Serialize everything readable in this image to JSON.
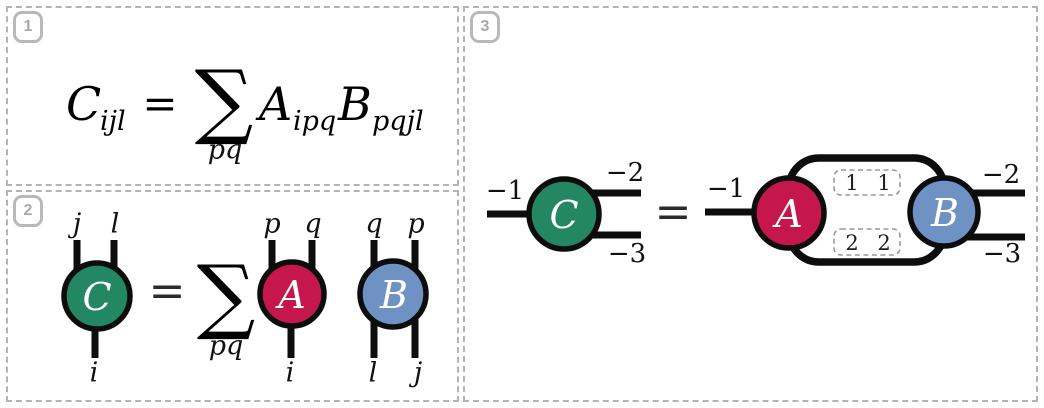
{
  "colors": {
    "tensor_c": "#238764",
    "tensor_a": "#c5164e",
    "tensor_b": "#6e92c3"
  },
  "panel1": {
    "badge": "1",
    "formula": {
      "lhs": "C",
      "lhs_sub": "ijl",
      "equals": "=",
      "sum": "∑",
      "sum_sub": "pq",
      "term_a": "A",
      "term_a_sub": "ipq",
      "term_b": "B",
      "term_b_sub": "pqjl"
    }
  },
  "panel2": {
    "badge": "2",
    "equals": "=",
    "sum": "∑",
    "sum_sub": "pq",
    "c": {
      "label": "C",
      "top_left": "j",
      "top_right": "l",
      "bottom": "i"
    },
    "a": {
      "label": "A",
      "top_left": "p",
      "top_right": "q",
      "bottom": "i"
    },
    "b": {
      "label": "B",
      "top_left": "q",
      "top_right": "p",
      "bottom_left": "l",
      "bottom_right": "j"
    }
  },
  "panel3": {
    "badge": "3",
    "equals": "=",
    "lhs": {
      "label": "C",
      "left": "−1",
      "right_top": "−2",
      "right_bottom": "−3"
    },
    "rhs": {
      "a_label": "A",
      "b_label": "B",
      "left": "−1",
      "right_top": "−2",
      "right_bottom": "−3",
      "bond_top": [
        "1",
        "1"
      ],
      "bond_bottom": [
        "2",
        "2"
      ]
    }
  }
}
